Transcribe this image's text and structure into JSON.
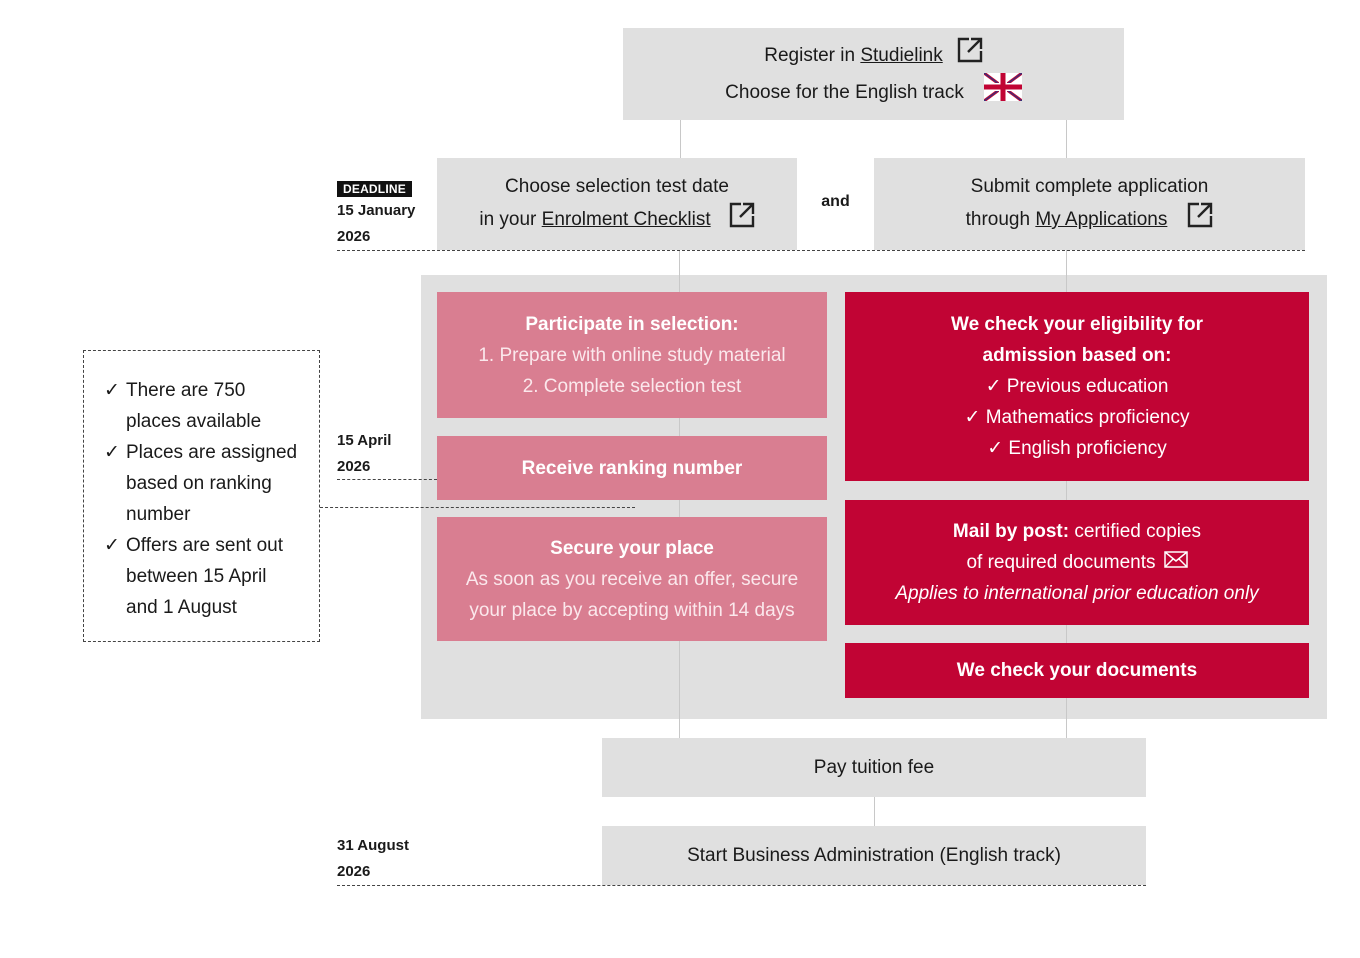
{
  "register": {
    "prefix": "Register in ",
    "link": "Studielink",
    "line2": "Choose for the English track",
    "flag_icon": "uk-flag-icon",
    "link_icon": "external-link-icon"
  },
  "deadline": {
    "badge": "DEADLINE",
    "date_line1": "15 January",
    "date_line2": "2026"
  },
  "test_date": {
    "line1": "Choose selection test date",
    "prefix": "in your ",
    "link": "Enrolment Checklist"
  },
  "connector": "and",
  "submit": {
    "line1": "Submit complete application",
    "prefix": "through ",
    "link": "My Applications"
  },
  "participate": {
    "title": "Participate in selection:",
    "step1": "1. Prepare with online study material",
    "step2": "2. Complete selection test"
  },
  "ranking": {
    "label": "Receive ranking number",
    "date_line1": "15 April",
    "date_line2": "2026"
  },
  "secure": {
    "title": "Secure your place",
    "line1": "As soon as you receive an offer, secure",
    "line2": "your place by accepting within 14 days"
  },
  "eligibility": {
    "title_line1": "We check your eligibility for",
    "title_line2": "admission based on:",
    "items": [
      "Previous education",
      "Mathematics proficiency",
      "English proficiency"
    ]
  },
  "mail": {
    "bold": "Mail by post:",
    "line1_rest": " certified copies",
    "line2": "of required documents",
    "line3": "Applies to international prior education only",
    "icon": "envelope-icon"
  },
  "check_docs": "We check your documents",
  "notes": {
    "items": [
      [
        "There are 750",
        "places available"
      ],
      [
        "Places are assigned",
        "based on ranking",
        "number"
      ],
      [
        "Offers are sent out",
        "between 15 April",
        "and 1 August"
      ]
    ]
  },
  "tuition": "Pay tuition fee",
  "start": {
    "label": "Start Business Administration (English track)",
    "date_line1": "31 August",
    "date_line2": "2026"
  },
  "colors": {
    "grey": "#e0e0e0",
    "pink": "#d97e91",
    "red": "#c10434"
  }
}
